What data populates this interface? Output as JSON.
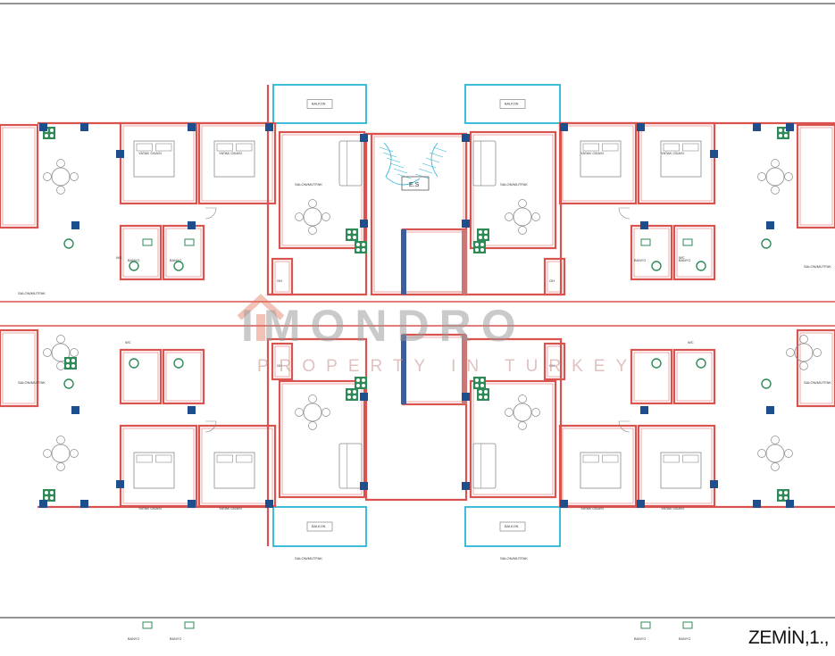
{
  "drawing": {
    "caption": "ZEMİN,1.,",
    "watermark_brand": "IMONDRO",
    "watermark_tagline": "PROPERTY IN TURKEY",
    "stair_label": "E.S"
  },
  "room_labels": {
    "balcony": "BALKON",
    "living": "SALON/MUTFAK",
    "bedroom": "YATAK ODASI",
    "bath": "BANYO",
    "wc": "WC",
    "closet": "GH"
  },
  "colors": {
    "wall": "#d9534f",
    "column": "#1f4e8c",
    "balcony": "#29b6d6",
    "furniture": "#8a8a8a",
    "stove": "#2e8b57",
    "frame": "#555555"
  },
  "icons": [
    "stair-icon",
    "dining-table-icon",
    "bed-icon",
    "sofa-icon",
    "stove-icon",
    "sink-icon",
    "toilet-icon"
  ]
}
